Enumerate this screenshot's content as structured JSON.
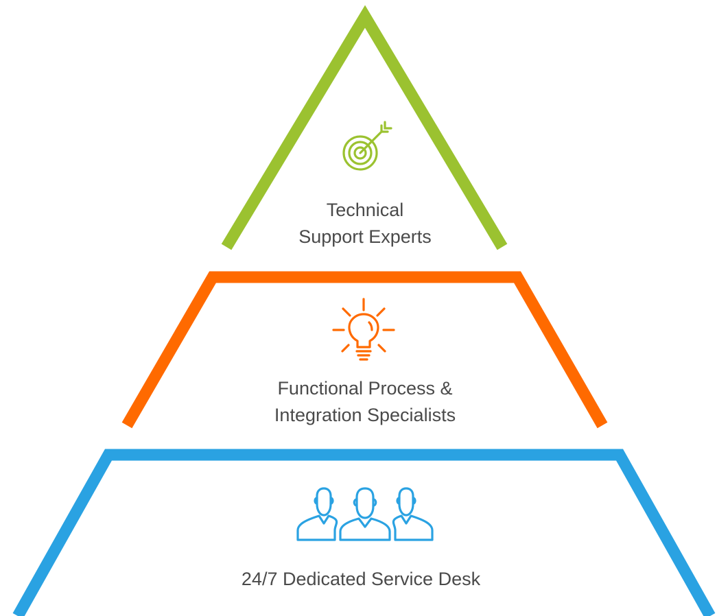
{
  "colors": {
    "top": "#9bc230",
    "middle": "#ff6a00",
    "bottom": "#2aa2e2",
    "text": "#4a4a4a"
  },
  "tiers": {
    "top": {
      "icon": "target-icon",
      "line1": "Technical",
      "line2": "Support Experts"
    },
    "middle": {
      "icon": "lightbulb-icon",
      "line1": "Functional Process &",
      "line2": "Integration Specialists"
    },
    "bottom": {
      "icon": "people-icon",
      "line1": "24/7 Dedicated Service Desk"
    }
  }
}
